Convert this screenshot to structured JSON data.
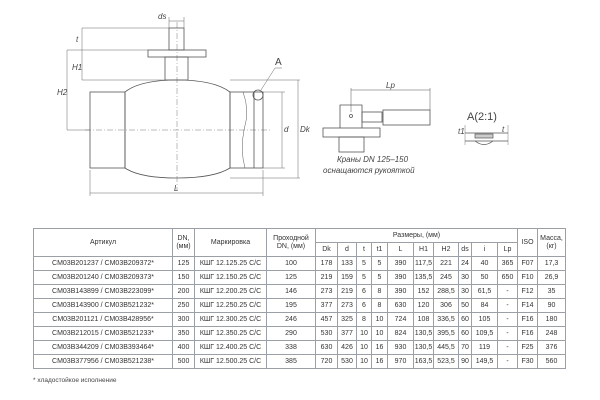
{
  "drawing": {
    "labels": {
      "ds": "ds",
      "t": "t",
      "H1": "H1",
      "H2": "H2",
      "A": "A",
      "d": "d",
      "Dk": "Dk",
      "L": "L",
      "Lp": "Lp",
      "detail": "A(2:1)",
      "t1": "t1",
      "t_detail": "t"
    },
    "caption_line1": "Краны DN 125–150",
    "caption_line2": "оснащаются рукояткой"
  },
  "table": {
    "headers": {
      "article": "Артикул",
      "dn": "DN, (мм)",
      "marking": "Маркировка",
      "passage": "Проходной DN, (мм)",
      "sizes": "Размеры, (мм)",
      "iso": "ISO",
      "mass": "Масса, (кг)",
      "sub": [
        "Dk",
        "d",
        "t",
        "t1",
        "L",
        "H1",
        "H2",
        "ds",
        "i",
        "Lp"
      ]
    },
    "rows": [
      [
        "CM03B201237 / CM03B209372*",
        "125",
        "КШГ 12.125.25 С/С",
        "100",
        "178",
        "133",
        "5",
        "5",
        "390",
        "117,5",
        "221",
        "24",
        "40",
        "365",
        "F07",
        "17,3"
      ],
      [
        "CM03B201240 / CM03B209373*",
        "150",
        "КШГ 12.150.25 С/С",
        "125",
        "219",
        "159",
        "5",
        "5",
        "390",
        "135,5",
        "245",
        "30",
        "50",
        "650",
        "F10",
        "26,9"
      ],
      [
        "CM03B143899 / CM03B223099*",
        "200",
        "КШГ 12.200.25 С/С",
        "146",
        "273",
        "219",
        "6",
        "8",
        "390",
        "152",
        "288,5",
        "30",
        "61,5",
        "-",
        "F12",
        "35"
      ],
      [
        "CM03B143900 / CM03B521232*",
        "250",
        "КШГ 12.250.25 С/С",
        "195",
        "377",
        "273",
        "6",
        "8",
        "630",
        "120",
        "306",
        "50",
        "84",
        "-",
        "F14",
        "90"
      ],
      [
        "CM03B201121 / CM03B428956*",
        "300",
        "КШГ 12.300.25 С/С",
        "246",
        "457",
        "325",
        "8",
        "10",
        "724",
        "108",
        "336,5",
        "60",
        "105",
        "-",
        "F16",
        "180"
      ],
      [
        "CM03B212015 / CM03B521233*",
        "350",
        "КШГ 12.350.25 С/С",
        "290",
        "530",
        "377",
        "10",
        "10",
        "824",
        "130,5",
        "395,5",
        "60",
        "109,5",
        "-",
        "F16",
        "248"
      ],
      [
        "CM03B344209 / CM03B393464*",
        "400",
        "КШГ 12.400.25 С/С",
        "338",
        "630",
        "426",
        "10",
        "16",
        "930",
        "130,5",
        "445,5",
        "70",
        "119",
        "-",
        "F25",
        "376"
      ],
      [
        "CM03B377956 / CM03B521238*",
        "500",
        "КШГ 12.500.25 С/С",
        "385",
        "720",
        "530",
        "10",
        "16",
        "970",
        "163,5",
        "523,5",
        "90",
        "149,5",
        "-",
        "F30",
        "560"
      ]
    ],
    "footnote": "* хладостойкое исполнение"
  }
}
